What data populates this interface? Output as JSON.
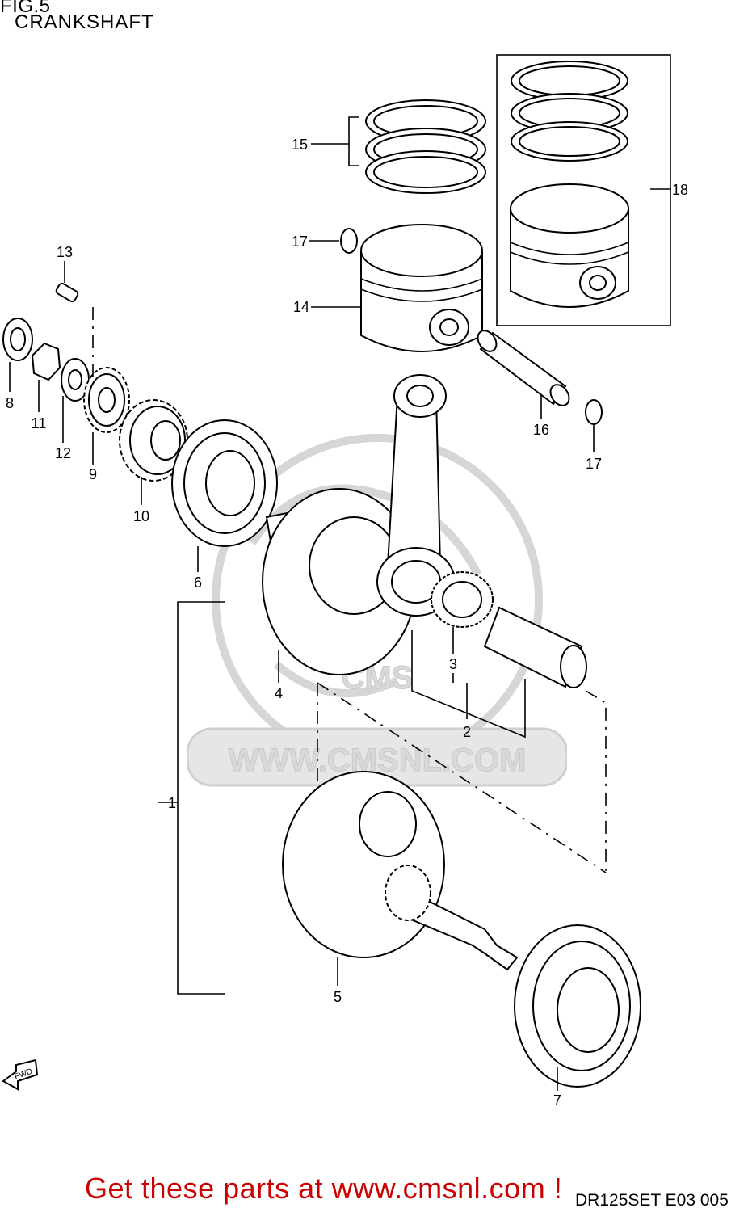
{
  "header": {
    "fig_number": "FIG.5",
    "title": "CRANKSHAFT"
  },
  "watermark": {
    "text": "WWW.CMSNL.COM",
    "brand": "CMS"
  },
  "callouts": [
    {
      "number": "1"
    },
    {
      "number": "2"
    },
    {
      "number": "3"
    },
    {
      "number": "4"
    },
    {
      "number": "5"
    },
    {
      "number": "6"
    },
    {
      "number": "7"
    },
    {
      "number": "8"
    },
    {
      "number": "9"
    },
    {
      "number": "10"
    },
    {
      "number": "11"
    },
    {
      "number": "12"
    },
    {
      "number": "13"
    },
    {
      "number": "14"
    },
    {
      "number": "15"
    },
    {
      "number": "16"
    },
    {
      "number": "17"
    },
    {
      "number": "17"
    },
    {
      "number": "18"
    }
  ],
  "fwd_label": "FWD",
  "footer": {
    "promo": "Get these parts at www.cmsnl.com !",
    "code": "DR125SET E03  005"
  }
}
